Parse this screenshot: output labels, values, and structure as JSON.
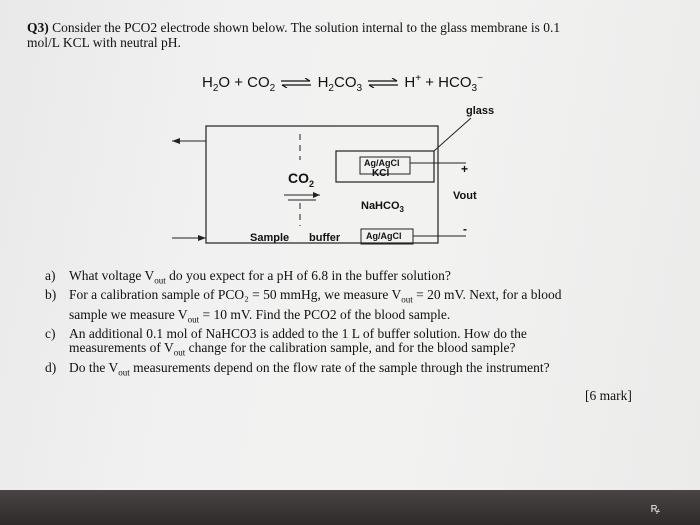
{
  "question": {
    "number": "Q3)",
    "line1": " Consider the PCO2 electrode shown below. The solution internal to the glass membrane is 0.1",
    "line2": "mol/L KCL with neutral pH."
  },
  "reaction": {
    "reactant1": "H",
    "reactant1_sub": "2",
    "reactant1_tail": "O + CO",
    "reactant2_sub": "2",
    "intermediate": "H",
    "intermediate_sub": "2",
    "intermediate_tail": "CO",
    "intermediate_sub2": "3",
    "product1": "H",
    "product1_sup": "+",
    "plus": " + HCO",
    "product2_sub": "3",
    "product2_sup": "−"
  },
  "diagram": {
    "glass_label": "glass",
    "agagcl_top": "Ag/AgCl",
    "kcl": "KCl",
    "co2": "CO",
    "co2_sub": "2",
    "nahco3": "NaHCO",
    "nahco3_sub": "3",
    "vout": "Vout",
    "plus_sign": "+",
    "minus_sign": "-",
    "sample": "Sample",
    "buffer": "buffer",
    "agagcl_bottom": "Ag/AgCl"
  },
  "subquestions": [
    {
      "letter": "a)",
      "parts": [
        "What voltage V",
        "out",
        " do you expect for a pH of 6.8 in the buffer solution?"
      ]
    },
    {
      "letter": "b)",
      "parts": [
        "For a calibration sample of PCO₂ = 50 mmHg, we measure V",
        "out",
        " = 20 mV. Next, for a blood"
      ],
      "cont_parts": [
        "sample we measure V",
        "out",
        " = 10 mV. Find the PCO2 of the blood sample."
      ]
    },
    {
      "letter": "c)",
      "parts": [
        "An additional 0.1 mol of NaHCO3 is added to the 1 L of buffer solution. How do the"
      ],
      "cont_parts": [
        "measurements of V",
        "out",
        " change for the calibration sample, and for the blood sample?"
      ]
    },
    {
      "letter": "d)",
      "parts": [
        "Do the V",
        "out",
        " measurements depend on the flow rate of the sample through the instrument?"
      ]
    }
  ],
  "marks": "[6 mark]"
}
